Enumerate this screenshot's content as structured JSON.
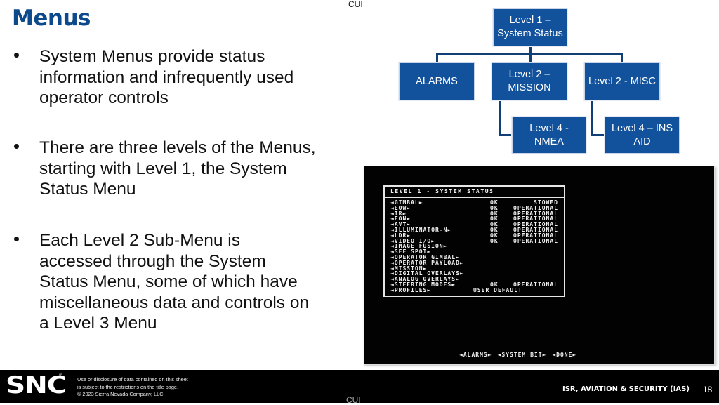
{
  "classification": {
    "top": "CUI",
    "bottom": "CUI"
  },
  "slide": {
    "title": "Menus",
    "bullets": [
      {
        "text": "System Menus provide status\ninformation and infrequently used\noperator controls"
      },
      {
        "text": "There are three levels of the Menus,\nstarting with Level 1, the System\nStatus Menu"
      },
      {
        "text": "Each Level 2 Sub-Menu is\naccessed through the System\nStatus Menu, some of which have\nmiscellaneous data and controls on\na Level 3 Menu"
      }
    ]
  },
  "org_chart": {
    "box_color": "#12529c",
    "connector_color": "#103f78",
    "root": {
      "label": "Level 1 –\nSystem Status"
    },
    "level2": [
      {
        "label": "ALARMS"
      },
      {
        "label": "Level 2 –\nMISSION"
      },
      {
        "label": "Level 2 - MISC"
      }
    ],
    "level4": [
      {
        "label": "Level 4 -\nNMEA",
        "parent": "Level 2 – MISSION"
      },
      {
        "label": "Level 4 – INS\nAID",
        "parent": "Level 2 - MISC"
      }
    ]
  },
  "screen": {
    "menu_title": "LEVEL 1 - SYSTEM STATUS",
    "rows": [
      {
        "label": "◄GIMBAL►",
        "ok": "OK",
        "status": "STOWED"
      },
      {
        "label": "◄EOW►",
        "ok": "OK",
        "status": "OPERATIONAL"
      },
      {
        "label": "◄IR►",
        "ok": "OK",
        "status": "OPERATIONAL"
      },
      {
        "label": "◄EON►",
        "ok": "OK",
        "status": "OPERATIONAL"
      },
      {
        "label": "◄AVT►",
        "ok": "OK",
        "status": "OPERATIONAL"
      },
      {
        "label": "◄ILLUMINATOR-N►",
        "ok": "OK",
        "status": "OPERATIONAL"
      },
      {
        "label": "◄LDR►",
        "ok": "OK",
        "status": "OPERATIONAL"
      },
      {
        "label": "◄VIDEO I/O►",
        "ok": "OK",
        "status": "OPERATIONAL"
      },
      {
        "label": "◄IMAGE FUSION►",
        "ok": "",
        "status": ""
      },
      {
        "label": "◄SEE SPOT►",
        "ok": "",
        "status": ""
      },
      {
        "label": "◄OPERATOR GIMBAL►",
        "ok": "",
        "status": ""
      },
      {
        "label": "◄OPERATOR PAYLOAD►",
        "ok": "",
        "status": ""
      },
      {
        "label": "◄MISSION►",
        "ok": "",
        "status": ""
      },
      {
        "label": "◄DIGITAL OVERLAYS►",
        "ok": "",
        "status": ""
      },
      {
        "label": "◄ANALOG OVERLAYS►",
        "ok": "",
        "status": ""
      },
      {
        "label": "◄STEERING MODES►",
        "ok": "OK",
        "status": "OPERATIONAL"
      },
      {
        "label": "◄PROFILES►",
        "profile": "USER DEFAULT"
      }
    ],
    "softkeys": [
      "◄ALARMS►",
      "◄SYSTEM BIT►",
      "◄DONE►"
    ]
  },
  "footer": {
    "logo": "SNC",
    "logo_mark": "®",
    "disclaimer": "Use or disclosure of data contained on this sheet\nis subject to the restrictions on the title page.\n© 2023 Sierra Nevada Company, LLC",
    "division": "ISR, AVIATION & SECURITY (IAS)",
    "page_number": "18"
  }
}
